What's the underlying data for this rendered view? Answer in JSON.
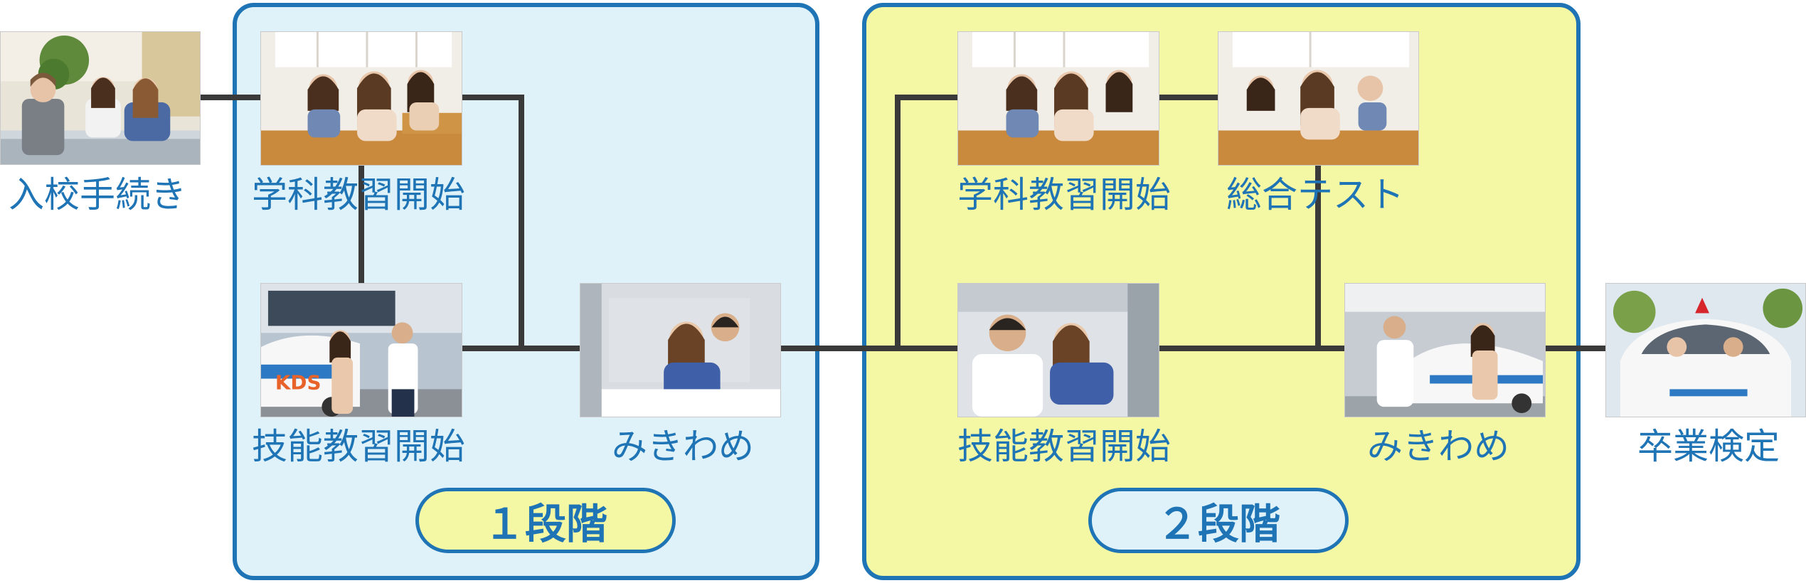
{
  "steps": {
    "enrollment": "入校手続き",
    "stage1_academic": "学科教習開始",
    "stage1_skill": "技能教習開始",
    "stage1_mikiwame": "みきわめ",
    "stage2_academic": "学科教習開始",
    "stage2_test": "総合テスト",
    "stage2_skill": "技能教習開始",
    "stage2_mikiwame": "みきわめ",
    "graduation": "卒業検定"
  },
  "stages": {
    "stage1": "１段階",
    "stage2": "２段階"
  },
  "colors": {
    "accent": "#1f74b5",
    "stage1_bg": "#dff2f9",
    "stage2_bg": "#f4f8a4",
    "connector": "#3a3a3a"
  }
}
